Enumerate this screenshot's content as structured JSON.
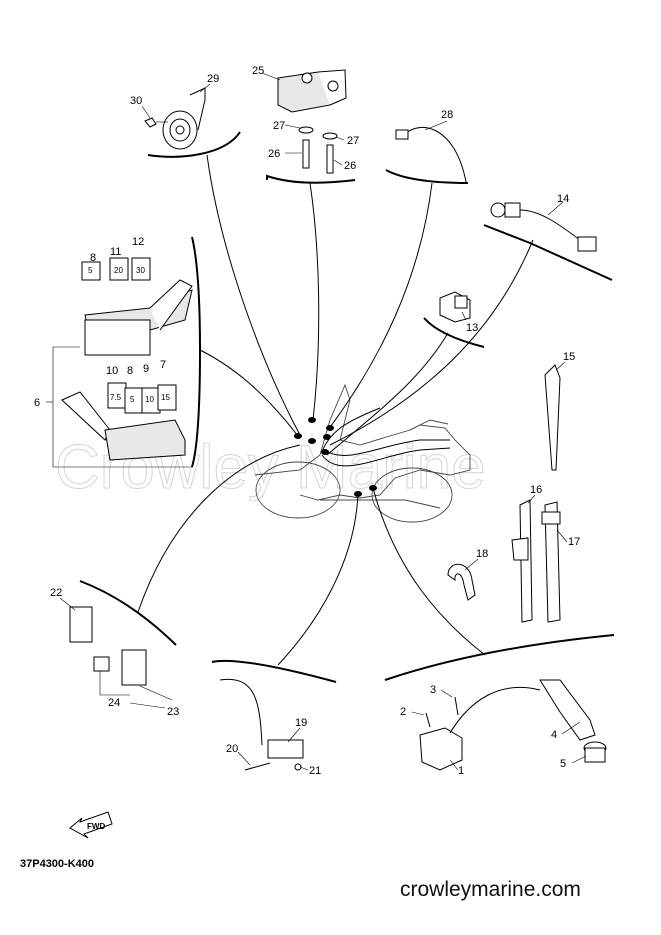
{
  "watermark": "Crowley Marine",
  "arrow_label": "FWD",
  "diagram_code": "37P4300-K400",
  "website": "crowleymarine.com",
  "fuse_values": [
    "5",
    "20",
    "30",
    "7.5",
    "5",
    "10",
    "15"
  ],
  "callouts": [
    "1",
    "2",
    "3",
    "4",
    "5",
    "6",
    "7",
    "8",
    "8",
    "9",
    "10",
    "11",
    "12",
    "13",
    "14",
    "15",
    "16",
    "17",
    "18",
    "19",
    "20",
    "21",
    "22",
    "23",
    "24",
    "25",
    "26",
    "26",
    "27",
    "27",
    "28",
    "29",
    "30"
  ]
}
